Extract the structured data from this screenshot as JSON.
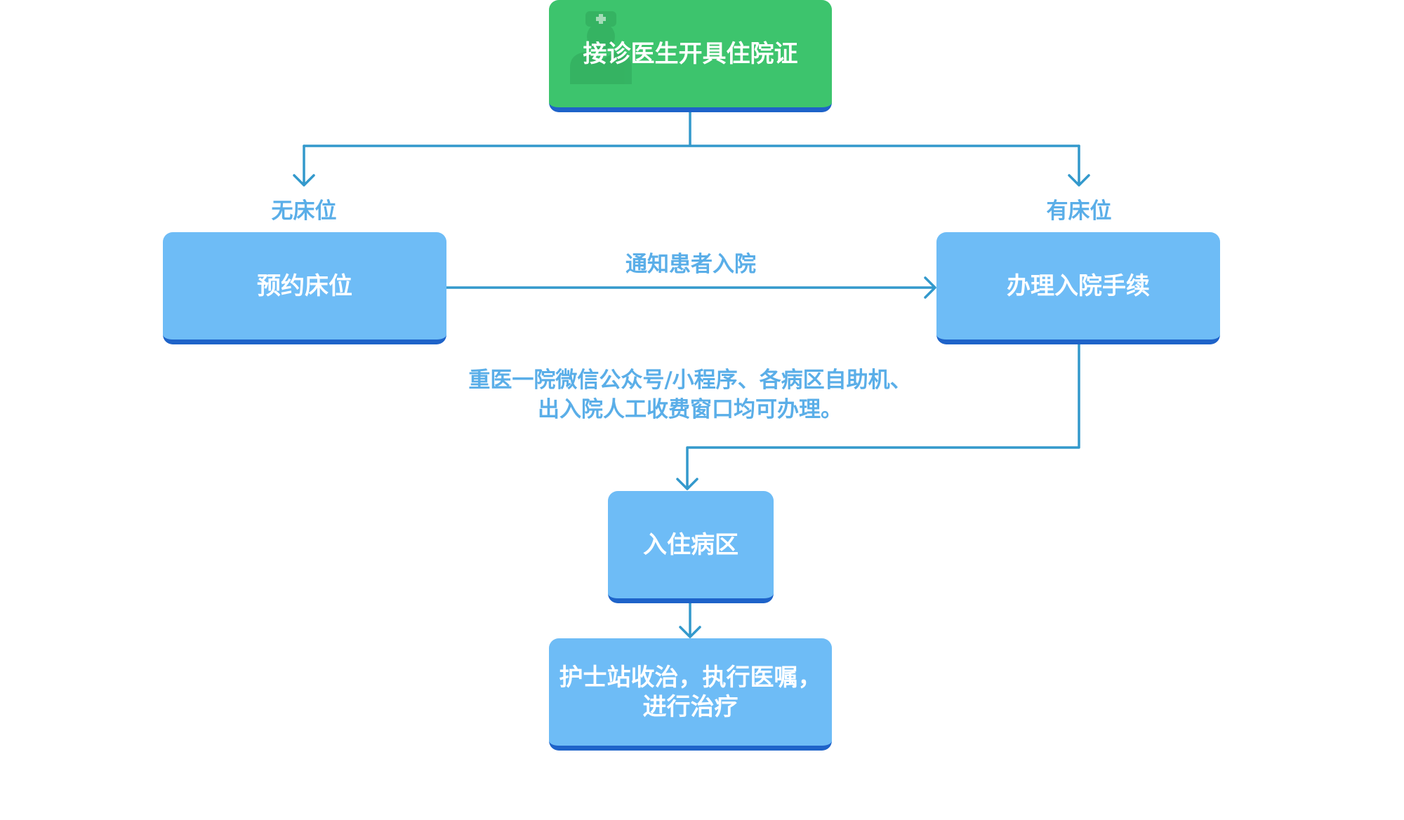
{
  "nodes": {
    "doctor": "接诊医生开具住院证",
    "reserve": "预约床位",
    "admission": "办理入院手续",
    "ward": "入住病区",
    "nurse": "护士站收治，执行医嘱，\n进行治疗"
  },
  "labels": {
    "no_bed": "无床位",
    "has_bed": "有床位",
    "notify": "通知患者入院",
    "channels_line1": "重医一院微信公众号/小程序、各病区自助机、",
    "channels_line2": "出入院人工收费窗口均可办理。"
  },
  "colors": {
    "green": "#3dc46d",
    "blue": "#6ebcf6",
    "border": "#1e63c9",
    "arrow": "#3399cc",
    "label": "#5aaee8"
  }
}
